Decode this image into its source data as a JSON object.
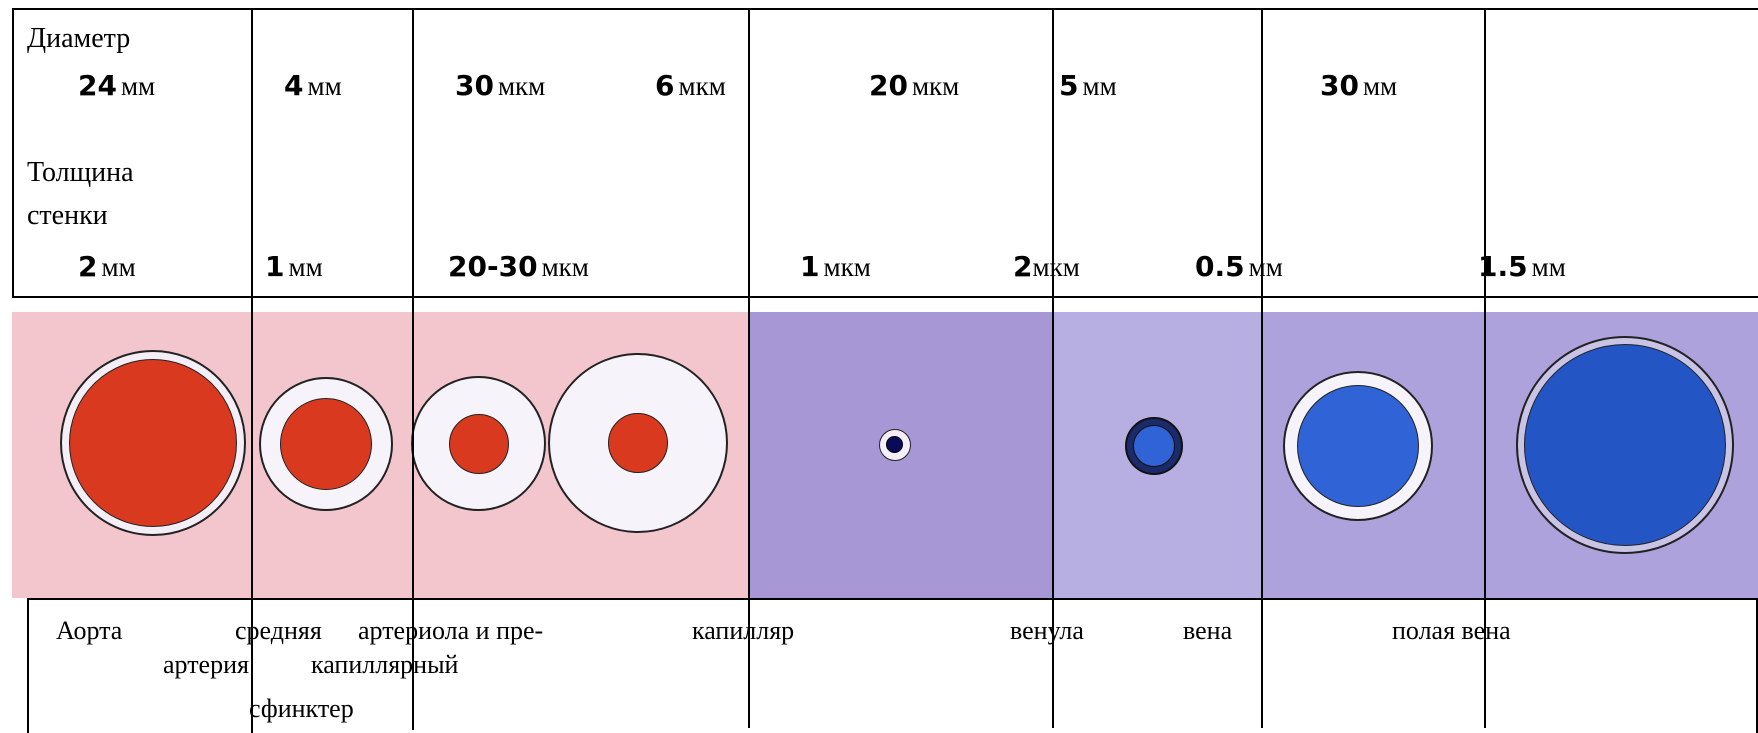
{
  "header": {
    "diameter_label": "Диаметр",
    "wall_label_line1": "Толщина",
    "wall_label_line2": "стенки"
  },
  "diameters": [
    {
      "num": "24",
      "unit": "мм"
    },
    {
      "num": "4",
      "unit": "мм"
    },
    {
      "num": "30",
      "unit": "мкм"
    },
    {
      "num": "6",
      "unit": "мкм"
    },
    {
      "num": "20",
      "unit": "мкм"
    },
    {
      "num": "5",
      "unit": "мм"
    },
    {
      "num": "30",
      "unit": "мм"
    }
  ],
  "walls": [
    {
      "num": "2",
      "unit": "мм"
    },
    {
      "num": "1",
      "unit": "мм"
    },
    {
      "num": "20-30",
      "unit": "мкм"
    },
    {
      "num": "1",
      "unit": "мкм"
    },
    {
      "num": "2",
      "unit": "мкм"
    },
    {
      "num": "0.5",
      "unit": "мм"
    },
    {
      "num": "1.5",
      "unit": "мм"
    }
  ],
  "vessels": {
    "aorta": "Аорта",
    "medium_artery_1": "средняя",
    "medium_artery_2": "артерия",
    "arteriole_1": "артериола и пре-",
    "arteriole_2": "капиллярный",
    "arteriole_3": "сфинктер",
    "capillary": "капилляр",
    "venule": "венула",
    "vein": "вена",
    "vena_cava": "полая вена"
  },
  "colors": {
    "arterial_band": "#f3c8cd",
    "venous_band": "#a899d6",
    "venous_band_light": "#b5abe0",
    "artery_lumen": "#d8391f",
    "vein_lumen": "#2f63d6",
    "capillary_lumen": "#0a0a5a",
    "wall": "#f7f3fb"
  }
}
